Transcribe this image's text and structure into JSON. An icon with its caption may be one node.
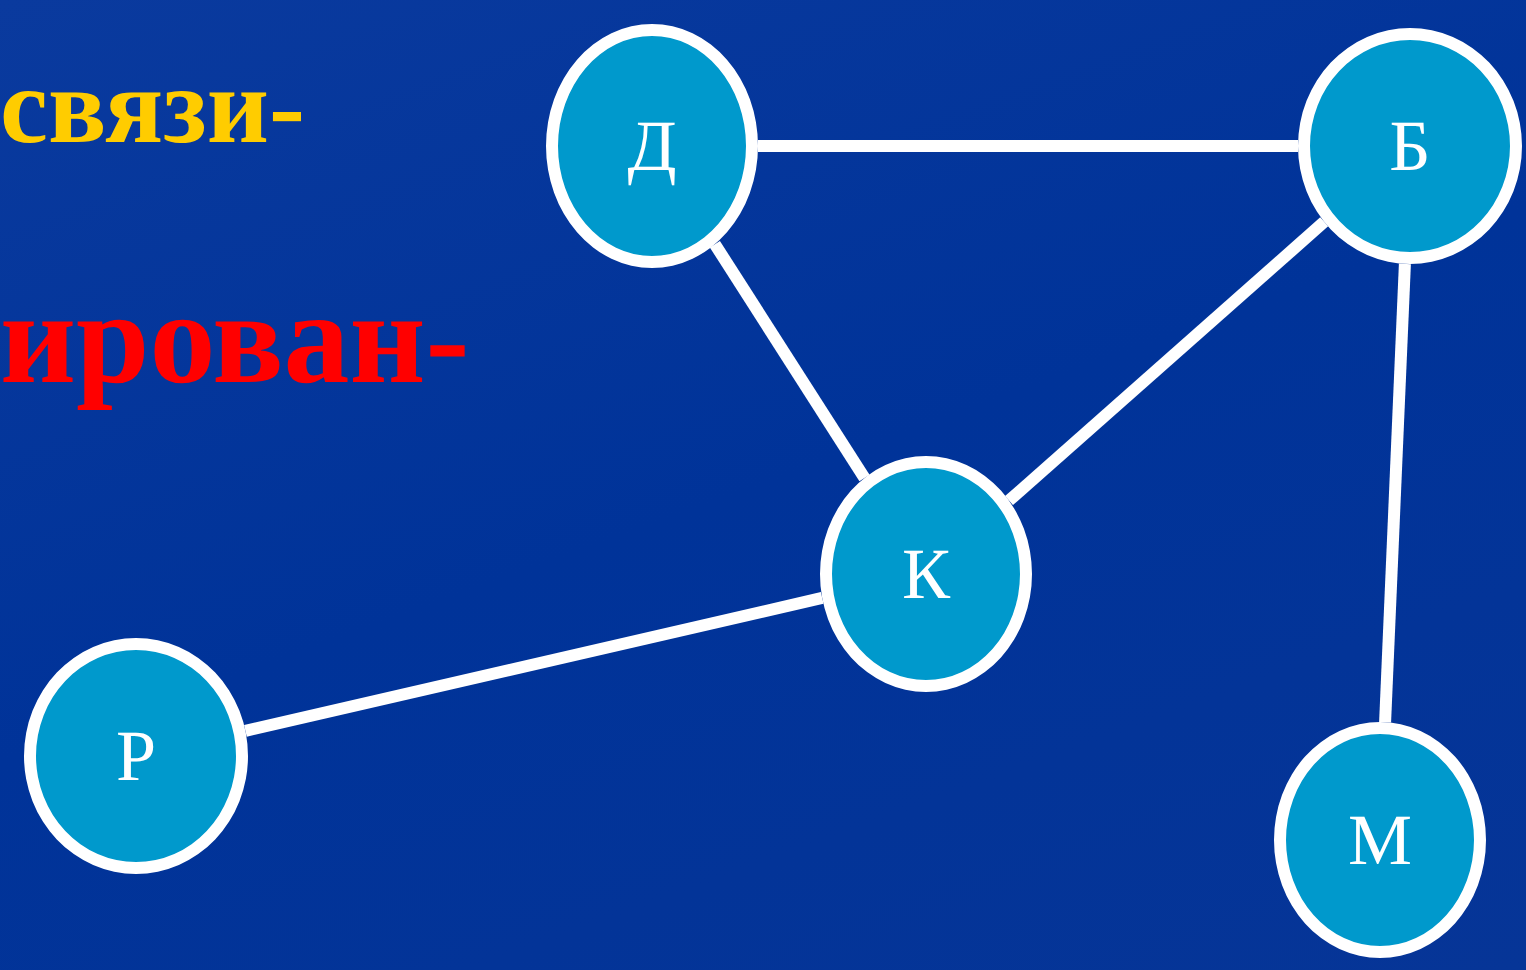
{
  "diagram": {
    "nodes": [
      {
        "text": [
          "Д"
        ]
      },
      {
        "text": [
          "Б"
        ]
      },
      {
        "text": [
          "К"
        ]
      },
      {
        "text": [
          "Р"
        ]
      },
      {
        "text": [
          "М"
        ]
      }
    ],
    "edges": [
      {
        "from": 0,
        "to": 1,
        "arrow": "none"
      },
      {
        "from": 0,
        "to": 2,
        "arrow": "none"
      },
      {
        "from": 1,
        "to": 2,
        "arrow": "none"
      },
      {
        "from": 2,
        "to": 3,
        "arrow": "none"
      },
      {
        "from": 1,
        "to": 4,
        "arrow": "none"
      }
    ],
    "labels": [
      "связи-",
      "ирован-"
    ]
  }
}
